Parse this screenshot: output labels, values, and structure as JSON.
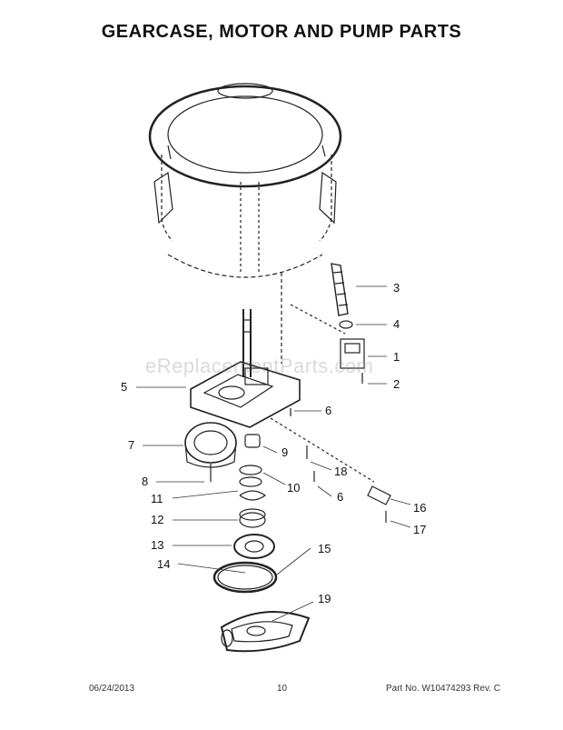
{
  "title": "GEARCASE, MOTOR AND PUMP PARTS",
  "watermark": "eReplacementParts.com",
  "callouts": {
    "c1": "1",
    "c2": "2",
    "c3": "3",
    "c4": "4",
    "c5": "5",
    "c6a": "6",
    "c6b": "6",
    "c7": "7",
    "c8": "8",
    "c9": "9",
    "c10": "10",
    "c11": "11",
    "c12": "12",
    "c13": "13",
    "c14": "14",
    "c15": "15",
    "c16": "16",
    "c17": "17",
    "c18": "18",
    "c19": "19"
  },
  "footer": {
    "date": "06/24/2013",
    "page": "10",
    "part_no": "Part No. W10474293  Rev. C"
  }
}
